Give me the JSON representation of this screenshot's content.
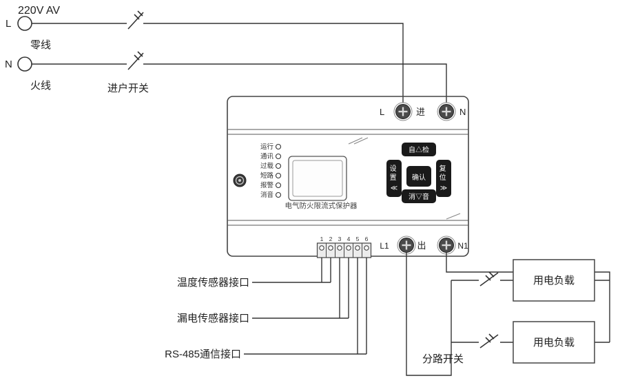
{
  "colors": {
    "line": "#333333",
    "device_fill": "#f8f8f8",
    "button_fill": "#1a1a1a",
    "button_text": "#ffffff"
  },
  "source": {
    "voltage_label": "220V AV",
    "terminal_l": "L",
    "terminal_n": "N",
    "neutral_label": "零线",
    "live_label": "火线",
    "entry_switch_label": "进户开关"
  },
  "device": {
    "title": "电气防火限流式保护器",
    "top_terminals": {
      "left": "L",
      "middle": "进",
      "right": "N"
    },
    "bottom_terminals": {
      "left": "L1",
      "middle": "出",
      "right": "N1"
    },
    "leds": [
      "运行",
      "通讯",
      "过载",
      "短路",
      "报警",
      "消音"
    ],
    "terminal_numbers": [
      "1",
      "2",
      "3",
      "4",
      "5",
      "6"
    ],
    "buttons": {
      "self_check": "自△检",
      "setup_chars": [
        "设",
        "置",
        "≪"
      ],
      "confirm": "确认",
      "reset_chars": [
        "复",
        "位",
        "≫"
      ],
      "mute": "消▽音"
    }
  },
  "interfaces": {
    "temperature": "温度传感器接口",
    "leakage": "漏电传感器接口",
    "rs485": "RS-485通信接口"
  },
  "branch": {
    "switch_label": "分路开关",
    "load1": "用电负载",
    "load2": "用电负载"
  }
}
